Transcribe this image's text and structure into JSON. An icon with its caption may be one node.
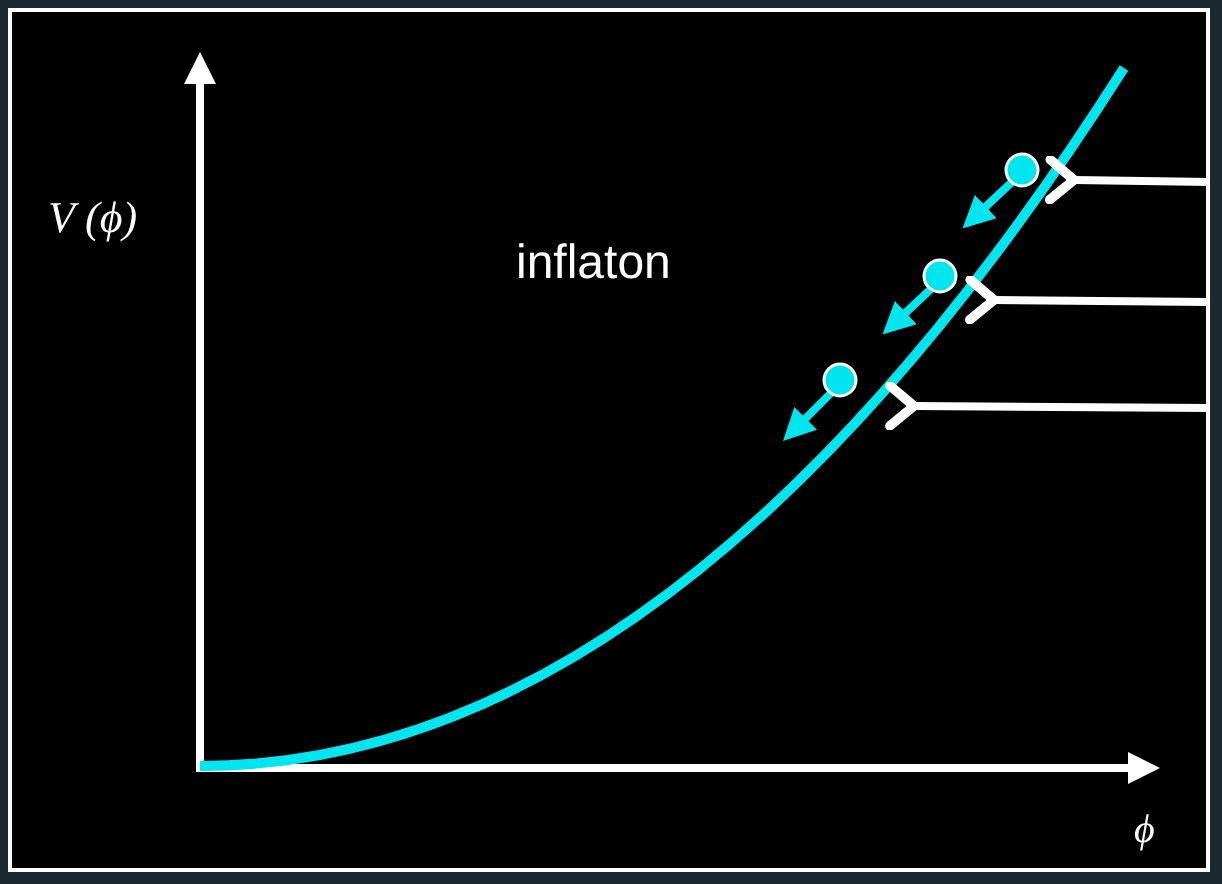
{
  "diagram": {
    "labels": [
      "V (ϕ)",
      "inflaton",
      "ϕ"
    ]
  }
}
